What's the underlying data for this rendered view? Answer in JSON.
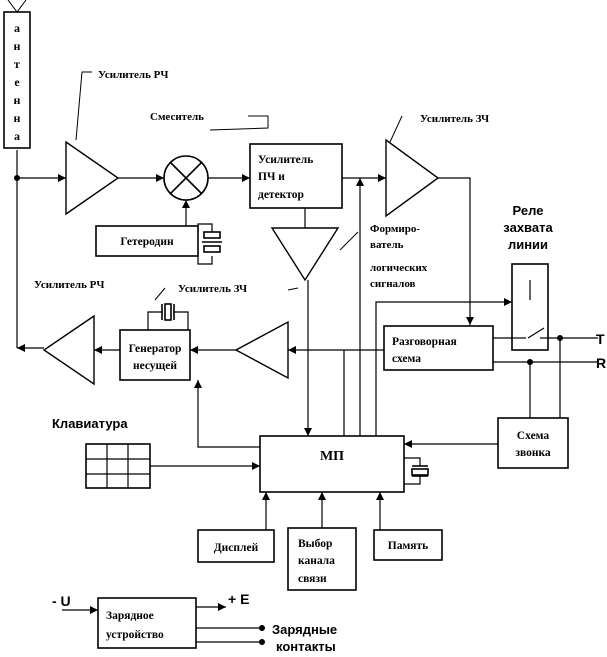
{
  "antenna": {
    "letters": [
      "а",
      "н",
      "т",
      "е",
      "н",
      "н",
      "а"
    ]
  },
  "labels": {
    "rf_amp_rx": "Усилитель РЧ",
    "mixer": "Смеситель",
    "af_amp_rx": "Усилитель ЗЧ",
    "rf_amp_tx": "Усилитель РЧ",
    "af_amp_tx": "Усилитель ЗЧ",
    "formatter": [
      "Формиро-",
      "ватель",
      "логических",
      "сигналов"
    ],
    "relay": [
      "Реле",
      "захвата",
      "линии"
    ],
    "keyboard": "Клавиатура",
    "term_t": "T",
    "term_r": "R",
    "minus_u": "- U",
    "plus_e": "+ E",
    "charge_contacts": [
      "Зарядные",
      "контакты"
    ]
  },
  "blocks": {
    "if_amp": [
      "Усилитель",
      "ПЧ и",
      "детектор"
    ],
    "lo": "Гетеродин",
    "carrier_gen": [
      "Генератор",
      "несущей"
    ],
    "speech": [
      "Разговорная",
      "схема"
    ],
    "mcu": "МП",
    "ring": [
      "Схема",
      "звонка"
    ],
    "display": "Дисплей",
    "channel": [
      "Выбор",
      "канала",
      "связи"
    ],
    "memory": "Память",
    "charger": [
      "Зарядное",
      "устройство"
    ]
  }
}
